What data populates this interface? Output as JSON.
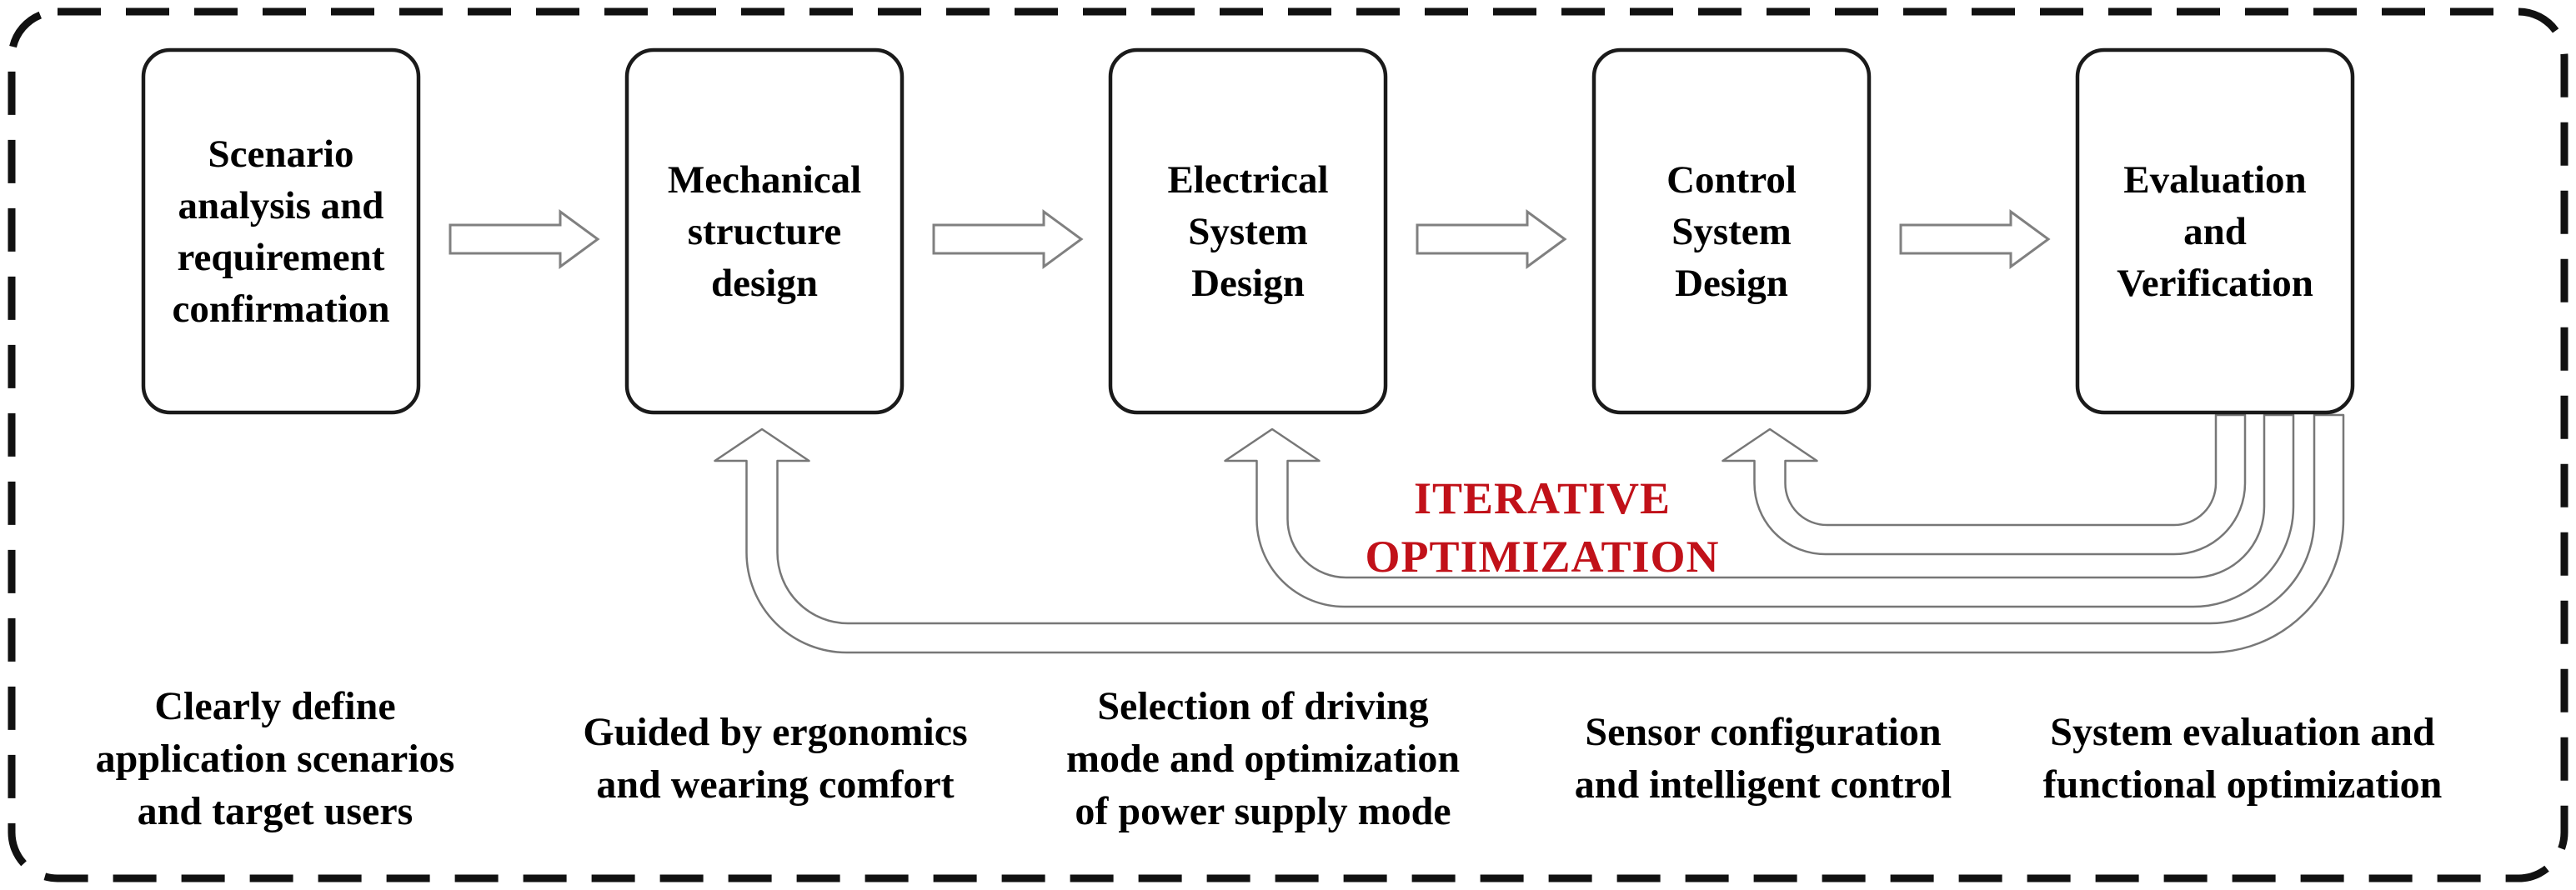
{
  "colors": {
    "accent_red": "#C11119",
    "box_border": "#1a1a1a",
    "arrow_outline": "#808080",
    "tube_outline": "#777777"
  },
  "iterative_label": "ITERATIVE\nOPTIMIZATION",
  "boxes": [
    {
      "label": "Scenario\nanalysis and\nrequirement\nconfirmation",
      "caption": "Clearly define\napplication scenarios\nand target users"
    },
    {
      "label": "Mechanical\nstructure\ndesign",
      "caption": "Guided by ergonomics\nand wearing comfort"
    },
    {
      "label": "Electrical\nSystem\nDesign",
      "caption": "Selection of driving\nmode and optimization\nof power supply mode"
    },
    {
      "label": "Control\nSystem\nDesign",
      "caption": "Sensor configuration\nand intelligent control"
    },
    {
      "label": "Evaluation\nand\nVerification",
      "caption": "System evaluation and\nfunctional optimization"
    }
  ]
}
